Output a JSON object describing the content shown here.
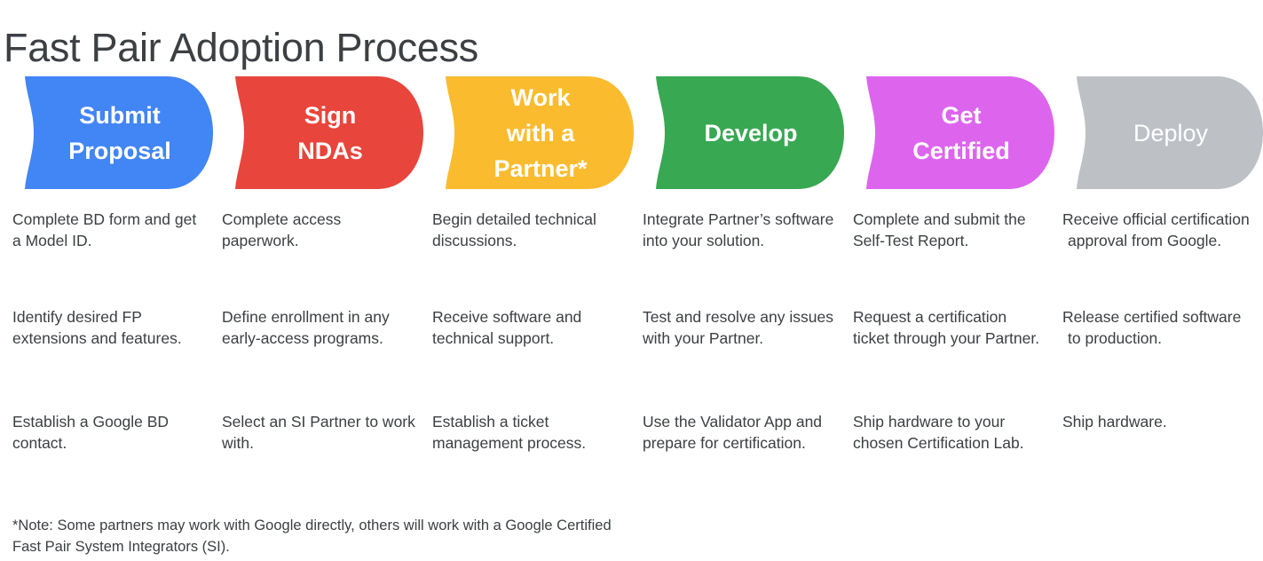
{
  "page_title": "Fast Pair Adoption Process",
  "colors": {
    "blue": "#4285f4",
    "red": "#e8453c",
    "yellow": "#fabc2e",
    "green": "#38a852",
    "magenta": "#dd65ee",
    "gray": "#bdc1c6",
    "text": "#3c4043",
    "white": "#ffffff"
  },
  "stages": [
    {
      "label": "Submit\nProposal",
      "color": "#4285f4",
      "name": "submit-proposal"
    },
    {
      "label": "Sign\nNDAs",
      "color": "#e8453c",
      "name": "sign-ndas"
    },
    {
      "label": "Work\nwith a\nPartner*",
      "color": "#fabc2e",
      "name": "work-with-a-partner"
    },
    {
      "label": "Develop",
      "color": "#38a852",
      "name": "develop"
    },
    {
      "label": "Get\nCertified",
      "color": "#dd65ee",
      "name": "get-certified"
    },
    {
      "label": "Deploy",
      "color": "#bdc1c6",
      "name": "deploy"
    }
  ],
  "columns": [
    {
      "stage": "Submit Proposal",
      "items": [
        "Complete BD form and get a Model ID.",
        "Identify desired FP extensions and features.",
        "Establish a Google BD contact."
      ]
    },
    {
      "stage": "Sign NDAs",
      "items": [
        "Complete access paperwork.",
        "Define enrollment in any early-access programs.",
        "Select an SI Partner to work with."
      ]
    },
    {
      "stage": "Work with a Partner*",
      "items": [
        "Begin detailed technical discussions.",
        "Receive software and technical support.",
        "Establish a ticket management process."
      ]
    },
    {
      "stage": "Develop",
      "items": [
        "Integrate Partner’s software into your solution.",
        "Test and resolve any issues with your Partner.",
        "Use the Validator App and prepare for certification."
      ]
    },
    {
      "stage": "Get Certified",
      "items": [
        "Complete and submit the Self-Test Report.",
        "Request a certification ticket through your Partner.",
        "Ship hardware to your chosen Certification Lab."
      ]
    },
    {
      "stage": "Deploy",
      "items": [
        "Receive official certification approval from Google.",
        "Release certified software to production.",
        "Ship hardware."
      ]
    }
  ],
  "footnote": "*Note: Some partners may work with Google directly, others will work with a Google Certified Fast Pair System Integrators (SI)."
}
